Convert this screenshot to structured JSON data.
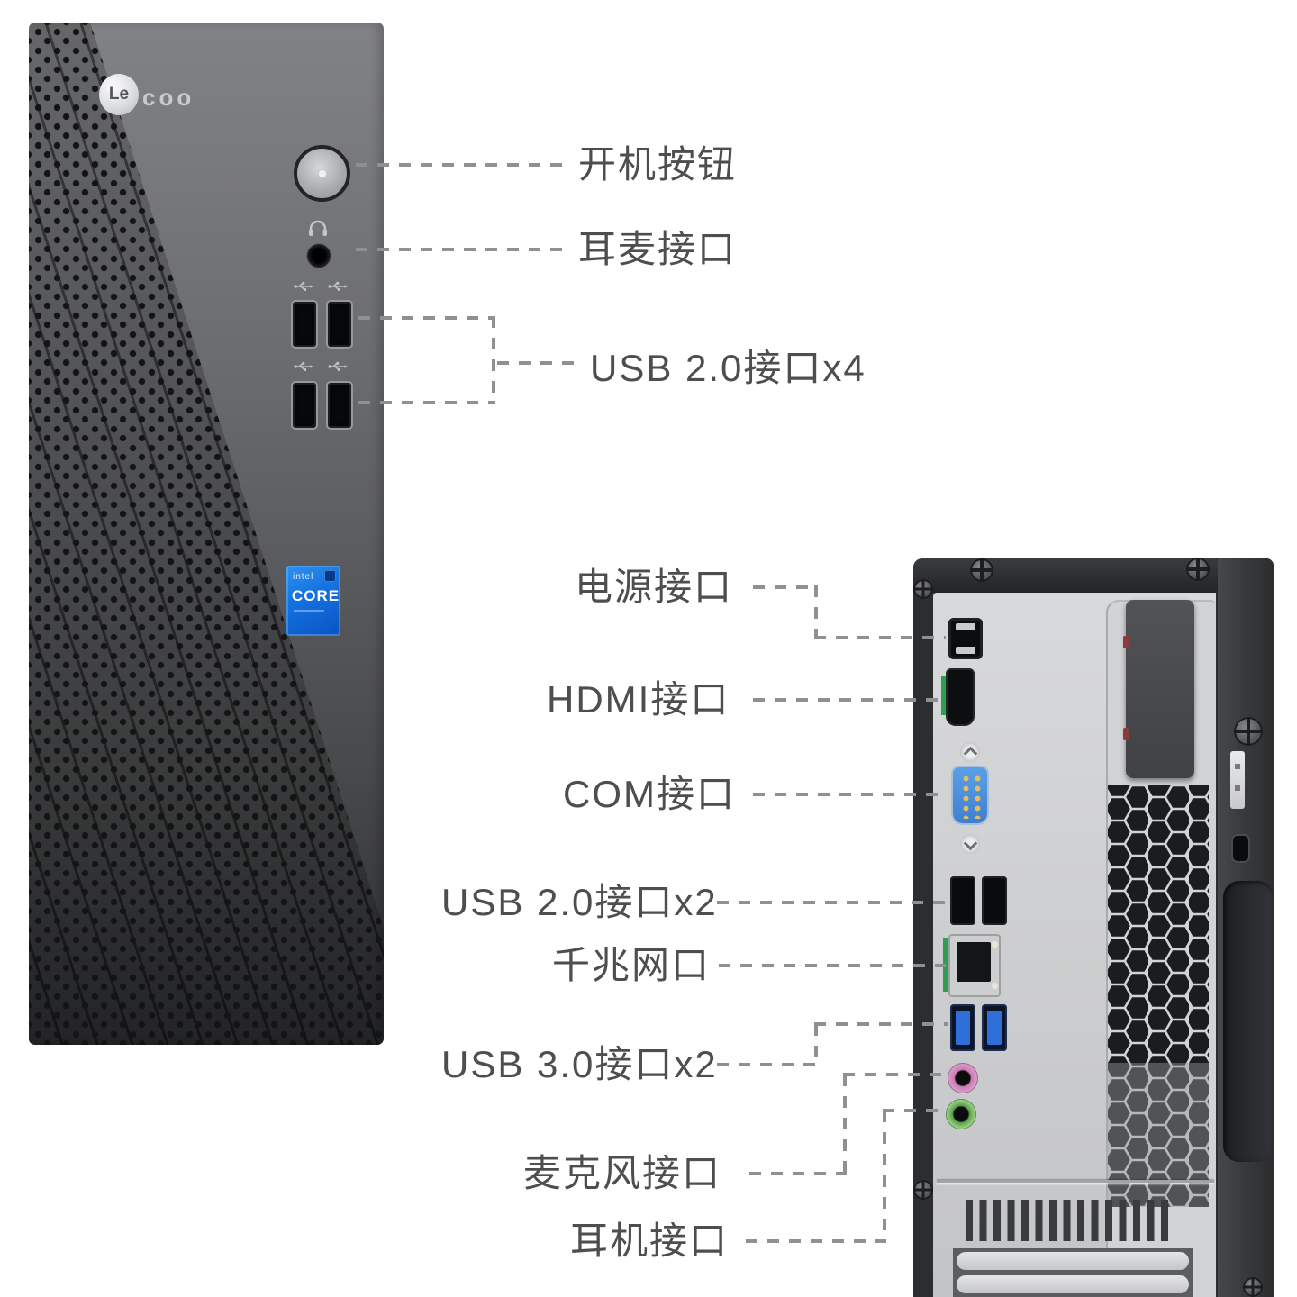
{
  "front": {
    "logo": {
      "circle": "Le",
      "suffix": "coo"
    },
    "cpu_badge": {
      "brand": "intel",
      "title": "CORE"
    },
    "labels": {
      "power_button": "开机按钮",
      "headset_jack": "耳麦接口",
      "usb_front": "USB 2.0接口x4"
    }
  },
  "rear": {
    "labels": {
      "power": "电源接口",
      "hdmi": "HDMI接口",
      "com": "COM接口",
      "usb2": "USB 2.0接口x2",
      "lan": "千兆网口",
      "usb3": "USB 3.0接口x2",
      "mic": "麦克风接口",
      "headphone": "耳机接口"
    }
  },
  "icons": {
    "usb": "usb-trident",
    "headset": "headphones"
  },
  "colors": {
    "label_text": "#4d4e50",
    "callout_dash": "#8f9093",
    "intel_badge_blue": "#0e63d6",
    "usb3_blue": "#2f6fd8",
    "mic_jack_pink": "#d493c4",
    "headphone_jack_green": "#8fd07e",
    "lan_tab_green": "#2f9e52",
    "com_blue": "#4a90d9"
  }
}
